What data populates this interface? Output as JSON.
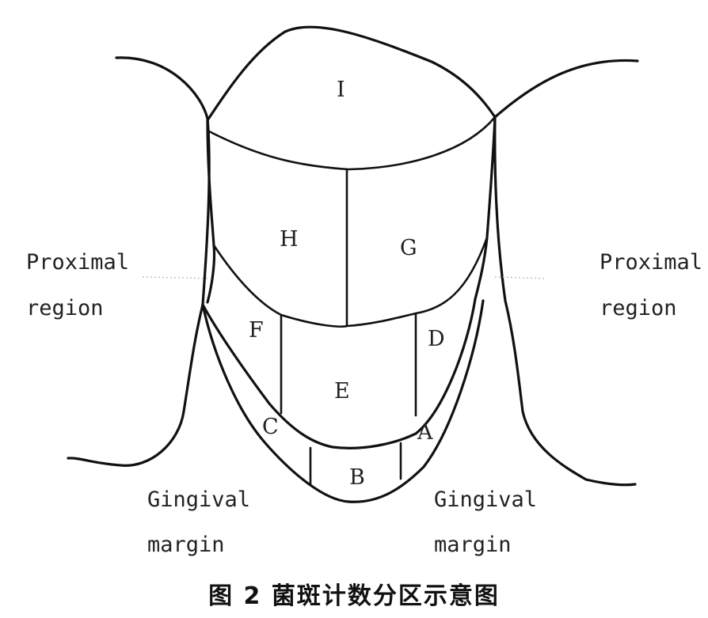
{
  "regions": {
    "I": "I",
    "H": "H",
    "G": "G",
    "F": "F",
    "E": "E",
    "D": "D",
    "C": "C",
    "B": "B",
    "A": "A"
  },
  "labels": {
    "proximal_left_1": "Proximal",
    "proximal_left_2": "region",
    "proximal_right_1": "Proximal",
    "proximal_right_2": "region",
    "gingival_left_1": "Gingival",
    "gingival_left_2": "margin",
    "gingival_right_1": "Gingival",
    "gingival_right_2": "margin"
  },
  "caption": {
    "number": "图 2",
    "title": "菌斑计数分区示意图"
  }
}
